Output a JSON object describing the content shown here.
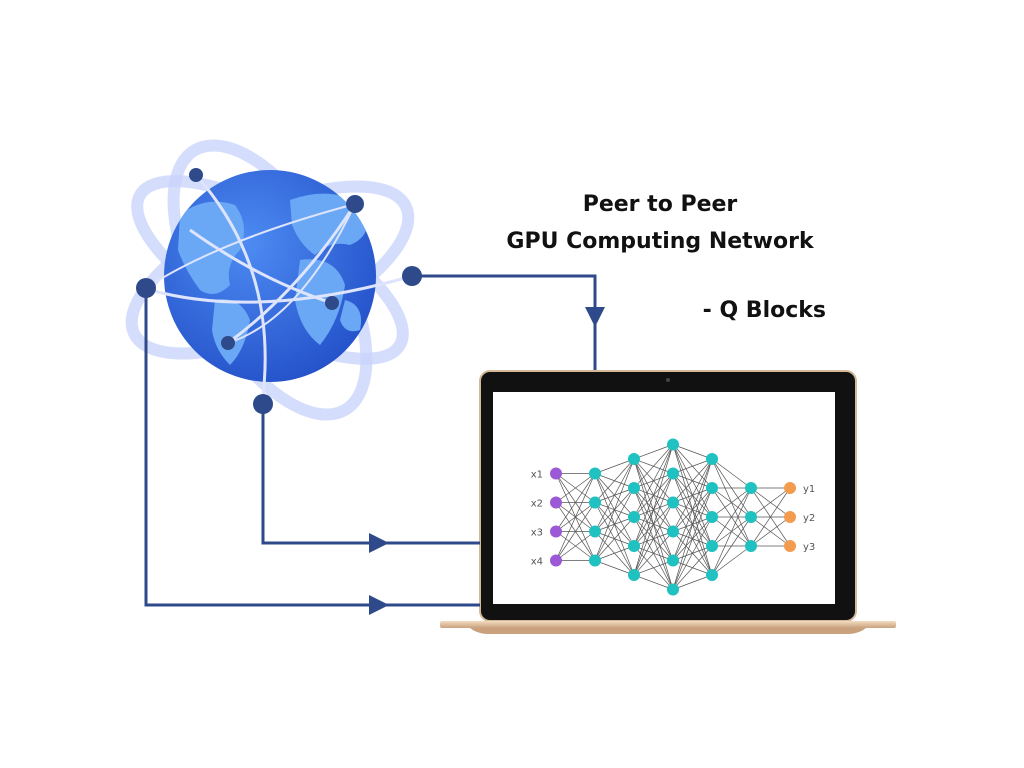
{
  "title": {
    "line1": "Peer to Peer",
    "line2": "GPU Computing Network"
  },
  "credit": "- Q Blocks",
  "neural_network": {
    "inputs": [
      "x1",
      "x2",
      "x3",
      "x4"
    ],
    "outputs": [
      "y1",
      "y2",
      "y3"
    ],
    "hidden_layer_sizes": [
      4,
      5,
      6,
      5,
      3
    ],
    "colors": {
      "input": "#9b59d6",
      "hidden": "#1fc1c1",
      "output": "#f39c50",
      "edge": "#555555"
    }
  },
  "colors": {
    "connector": "#2f4a8a",
    "globe_ocean": "#2f6de8",
    "globe_land": "#6aa8f5",
    "orbit": "#c9d4fb",
    "laptop_bezel": "#111111",
    "laptop_base": "#e6c9a8"
  },
  "icons": [
    "globe-icon",
    "laptop-icon"
  ]
}
